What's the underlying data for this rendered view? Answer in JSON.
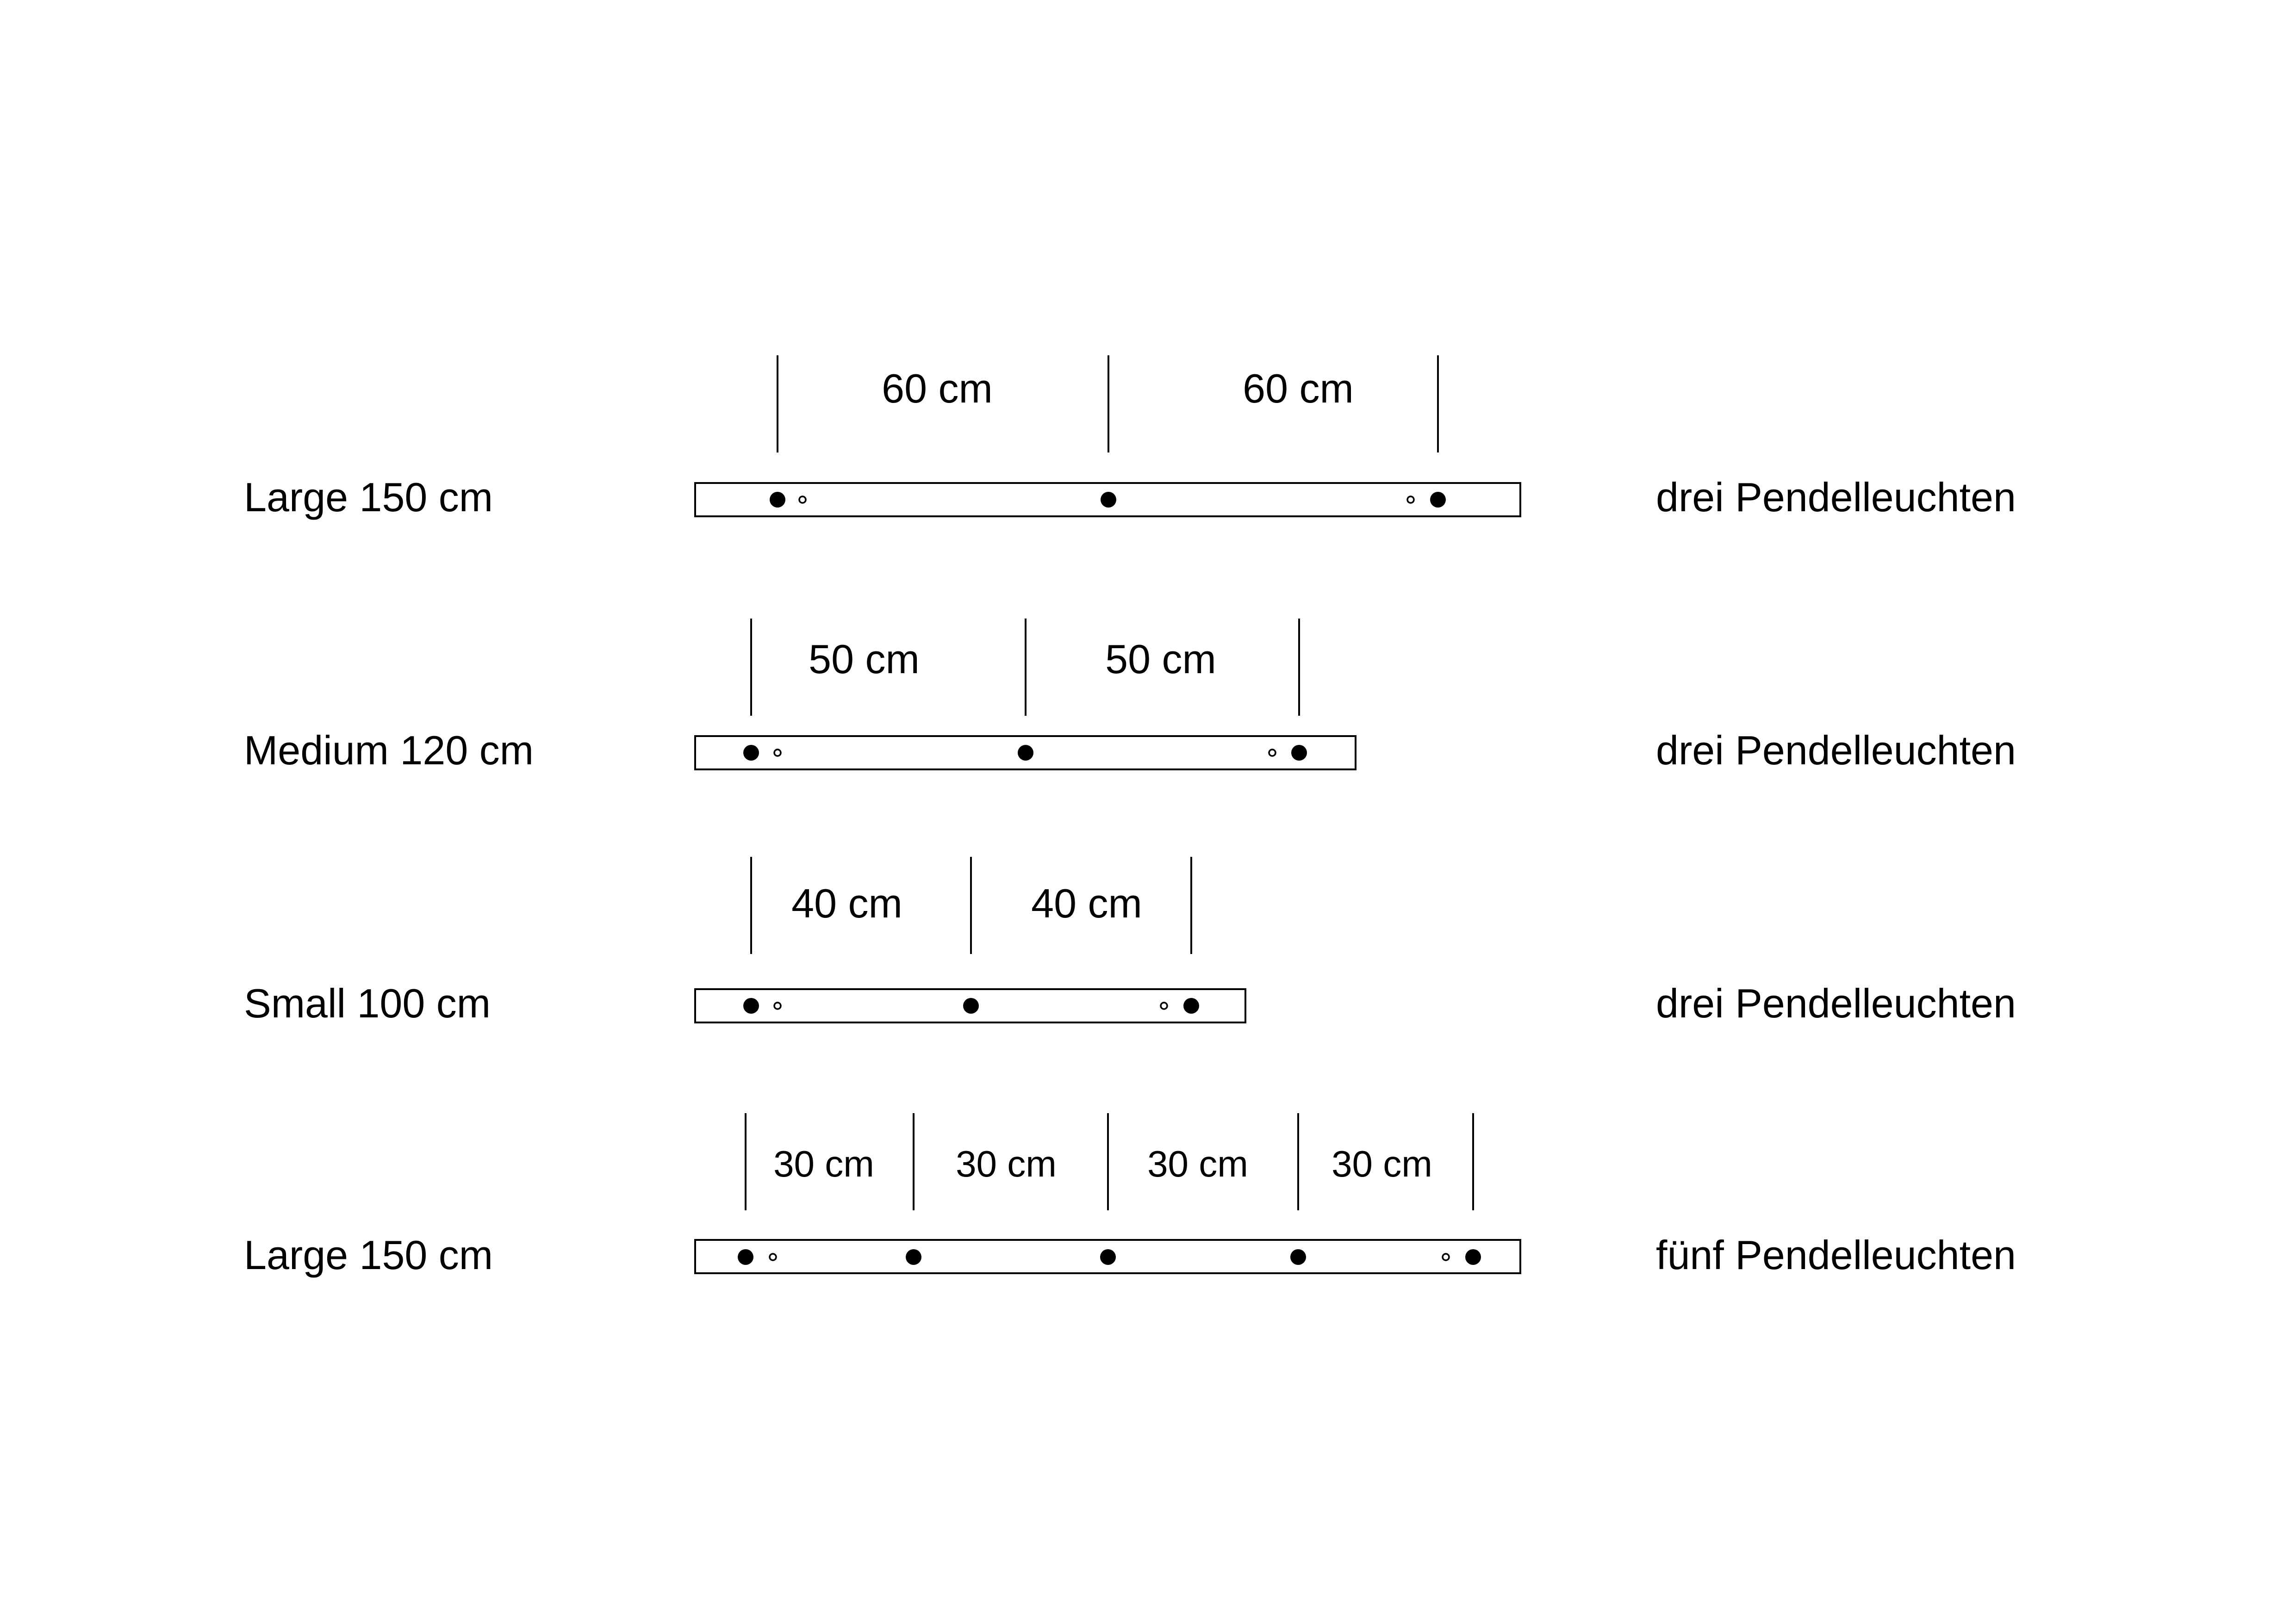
{
  "rows": [
    {
      "size_label": "Large 150 cm",
      "pendant_label": "drei Pendelleuchten",
      "length_cm": 150,
      "spacing_labels": [
        "60 cm",
        "60 cm"
      ],
      "spacing_cm": [
        60,
        60
      ]
    },
    {
      "size_label": "Medium 120 cm",
      "pendant_label": "drei Pendelleuchten",
      "length_cm": 120,
      "spacing_labels": [
        "50 cm",
        "50 cm"
      ],
      "spacing_cm": [
        50,
        50
      ]
    },
    {
      "size_label": "Small 100 cm",
      "pendant_label": "drei Pendelleuchten",
      "length_cm": 100,
      "spacing_labels": [
        "40 cm",
        "40 cm"
      ],
      "spacing_cm": [
        40,
        40
      ]
    },
    {
      "size_label": "Large 150 cm",
      "pendant_label": "fünf Pendelleuchten",
      "length_cm": 150,
      "spacing_labels": [
        "30 cm",
        "30 cm",
        "30 cm",
        "30 cm"
      ],
      "spacing_cm": [
        30,
        30,
        30,
        30
      ]
    }
  ],
  "colors": {
    "ink": "#000000",
    "background": "#ffffff"
  }
}
